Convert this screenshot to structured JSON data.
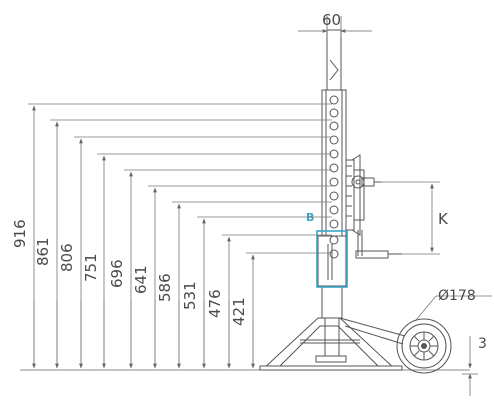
{
  "dimensions": {
    "width_top": "60",
    "wheel_diameter": "Ø178",
    "k_label": "K",
    "ground_offset": "3",
    "heights": [
      "916",
      "861",
      "806",
      "751",
      "696",
      "641",
      "586",
      "531",
      "476",
      "421"
    ]
  },
  "callout": {
    "label": "B",
    "color": "#3aa6c8"
  },
  "colors": {
    "line": "#555555",
    "dim": "#777777"
  }
}
